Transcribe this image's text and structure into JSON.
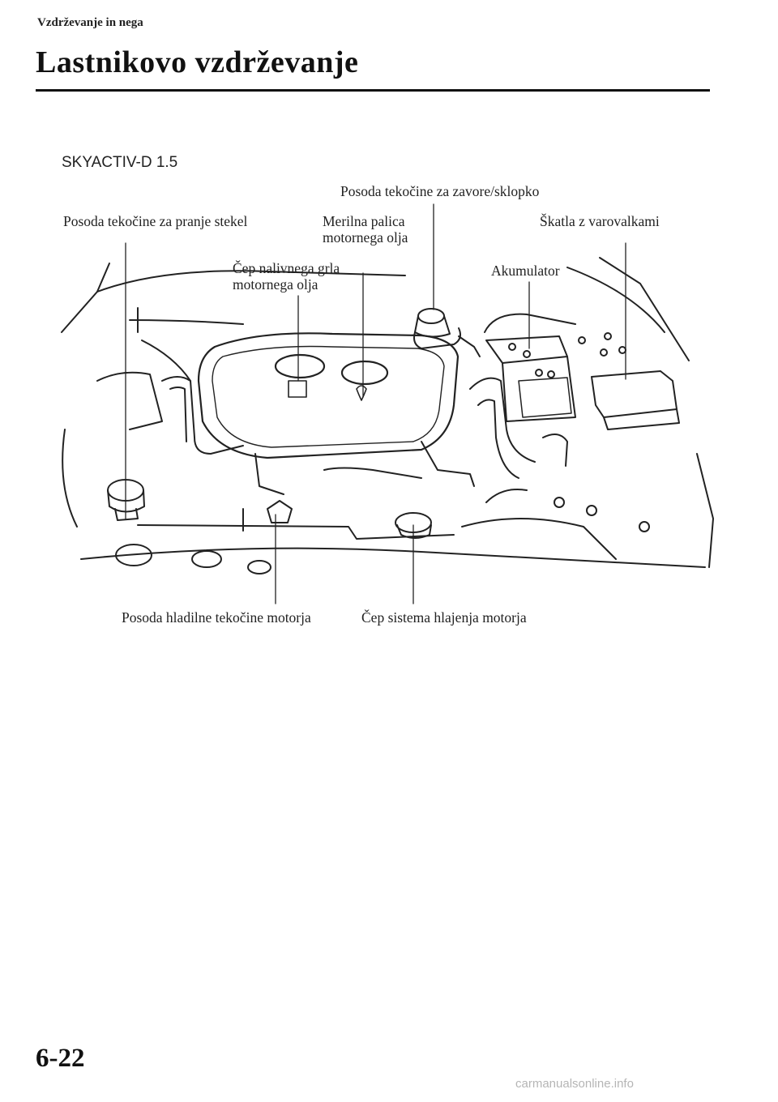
{
  "header": {
    "section": "Vzdrževanje in nega",
    "title": "Lastnikovo vzdrževanje"
  },
  "diagram": {
    "engine_variant": "SKYACTIV-D 1.5",
    "callouts": {
      "brake_clutch_reservoir": "Posoda tekočine za zavore/sklopko",
      "washer_reservoir": "Posoda tekočine za pranje stekel",
      "dipstick_line1": "Merilna palica",
      "dipstick_line2": "motornega olja",
      "fuse_box": "Škatla z varovalkami",
      "oil_filler_line1": "Čep nalivnega grla",
      "oil_filler_line2": "motornega olja",
      "battery": "Akumulator",
      "coolant_reservoir": "Posoda hladilne tekočine motorja",
      "cooling_cap": "Čep sistema hlajenja motorja"
    }
  },
  "footer": {
    "page_number": "6-22",
    "watermark": "carmanualsonline.info"
  }
}
